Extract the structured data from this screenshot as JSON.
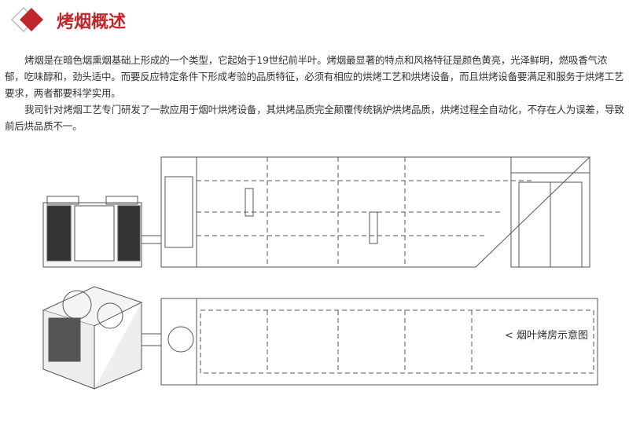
{
  "header": {
    "title": "烤烟概述"
  },
  "paragraphs": [
    "烤烟是在暗色烟熏烟基础上形成的一个类型，它起始于19世纪前半叶。烤烟最显著的特点和风格特征是颜色黄亮，光泽鲜明，燃吸香气浓郁，吃味醇和，劲头适中。而要反应特定条件下形成考验的品质特征，必须有相应的烘烤工艺和烘烤设备，而且烘烤设备要满足和服务于烘烤工艺要求，两者都要科学实用。",
    "我司针对烤烟工艺专门研发了一款应用于烟叶烘烤设备，其烘烤品质完全颠覆传统锅炉烘烤品质，烘烤过程全自动化，不存在人为误差，导致前后烘品质不一。"
  ],
  "diagram": {
    "caption": "< 烟叶烤房示意图"
  },
  "colors": {
    "accent": "#c0272d"
  }
}
